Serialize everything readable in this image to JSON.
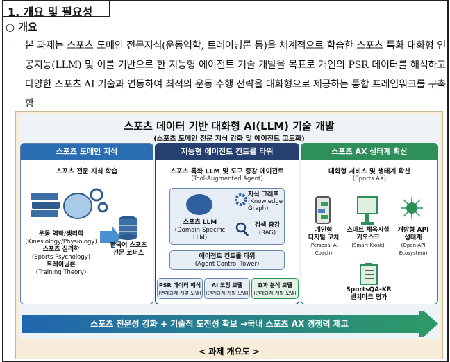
{
  "section": {
    "title": "1. 개요 및 필요성"
  },
  "subheading": "○ 개요",
  "paragraph": {
    "bullet": "-",
    "text": "본 과제는 스포츠 도메인 전문지식(운동역학, 트레이닝론 등)을 체계적으로 학습한 스포츠 특화 대화형 인공지능(LLM) 및 이를 기반으로 한 지능형 에이전트 기술 개발을 목표로 개인의 PSR 데이터를 해석하고 다양한 스포츠 AI 기술과 연동하여 최적의 운동 수행 전략을 대화형으로 제공하는 통합 프레임워크를 구축함"
  },
  "figure": {
    "title": "스포츠 데이터 기반 대화형 AI(LLM) 기술 개발",
    "subtitle": "(스포츠 도메인 전문 지식 강화 및 에이전트 고도화)",
    "colors": {
      "blue": "#2a6db3",
      "navy": "#253f6e",
      "green": "#2e8f5a"
    },
    "col1": {
      "header": "스포츠 도메인 지식",
      "heading": "스포츠 전문 지식 학습",
      "items": [
        {
          "ko": "운동 역학/생리학",
          "en": "(Kinesiology/Physiology)"
        },
        {
          "ko": "스포츠 심리학",
          "en": "(Sports Psychology)"
        },
        {
          "ko": "트레이닝론",
          "en": "(Training Theory)"
        }
      ],
      "corpus_line1": "한국어 스포츠",
      "corpus_line2": "전문 코퍼스"
    },
    "col2": {
      "header": "지능형 에이전트 컨트롤 타워",
      "heading": "스포츠 특화 LLM 및 도구 증강 에이전트",
      "heading_en": "(Tool-Augmented Agent)",
      "llm": "스포츠 LLM",
      "llm_en": "(Domain-Specific LLM)",
      "kg": "지식 그래프",
      "kg_en1": "(Knowledge",
      "kg_en2": "Graph)",
      "rag": "검색 증강",
      "rag_en": "(RAG)",
      "tower": "에이전트 컨트롤 타워",
      "tower_en": "(Agent Control Tower)",
      "models": [
        {
          "name": "PSR 데이터 해석",
          "note": "(연계과제 개발 모델)"
        },
        {
          "name": "AI 코칭 모델",
          "note": "(연계과제 개발 모델)"
        },
        {
          "name": "효과 분석 모델",
          "note": "(연계과제 개발 모델)"
        }
      ]
    },
    "col3": {
      "header": "스포츠 AX 생태계 확산",
      "heading": "대화형 서비스 및 생태계 확산",
      "heading_en": "(Sports AX)",
      "items": [
        {
          "l1": "개인형",
          "l2": "디지털 코치",
          "en": "(Personal AI Coach)"
        },
        {
          "l1": "스마트 체육시설",
          "l2": "키오스크",
          "en": "(Smart Kiosk)"
        },
        {
          "l1": "개방형 API",
          "l2": "생태계",
          "en": "(Open API Ecosystem)"
        },
        {
          "l1": "SportsQA-KR",
          "l2": "벤치마크 평가",
          "en": ""
        }
      ]
    },
    "banner": "스포츠 전문성 강화 + 기술적 도전성 확보 →국내 스포츠 AX 경쟁력 제고",
    "caption": "< 과제 개요도 >"
  }
}
